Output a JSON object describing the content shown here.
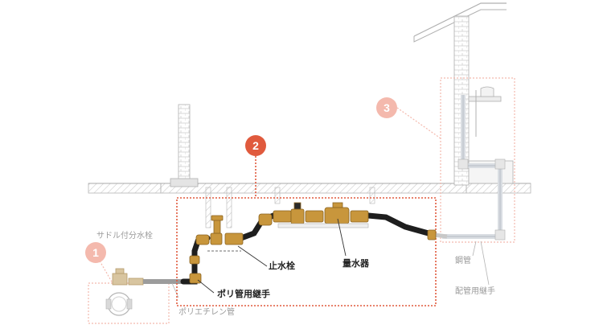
{
  "labels": {
    "saddle_valve": "サドル付分水栓",
    "stop_valve": "止水栓",
    "water_meter": "量水器",
    "poly_joint": "ポリ管用継手",
    "polyethylene_pipe": "ポリエチレン管",
    "steel_pipe": "鋼管",
    "pipe_joint": "配管用継手"
  },
  "badges": {
    "one": "1",
    "two": "2",
    "three": "3"
  },
  "colors": {
    "badge_light": "#f4b9ad",
    "badge_active": "#e05a3d",
    "highlight_border": "#e05a3d",
    "pipe_black": "#1e1e1e",
    "fitting_brass": "#c8963c",
    "structure_grey": "#a8a8a8"
  }
}
